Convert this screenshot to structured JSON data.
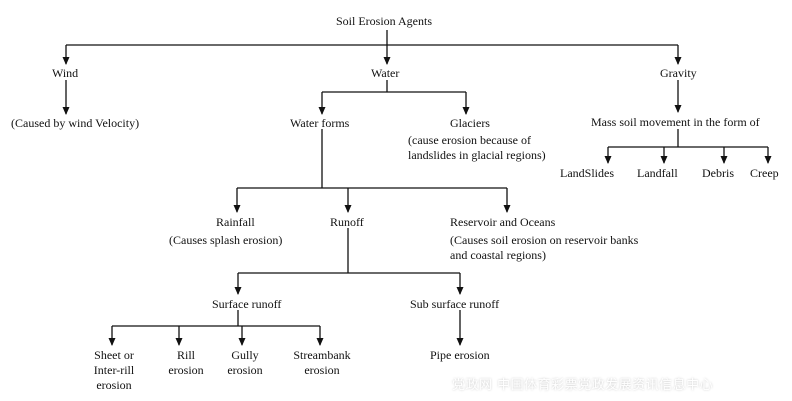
{
  "title": "Soil Erosion Agents",
  "nodes": {
    "wind": "Wind",
    "wind_note": "(Caused by wind Velocity)",
    "water": "Water",
    "gravity": "Gravity",
    "water_forms": "Water forms",
    "glaciers": "Glaciers",
    "glaciers_note": "(cause erosion because of\nlandslides in glacial regions)",
    "mass_movement": "Mass soil movement in the form of",
    "landslides": "LandSlides",
    "landfall": "Landfall",
    "debris": "Debris",
    "creep": "Creep",
    "rainfall": "Rainfall",
    "rainfall_note": "(Causes splash erosion)",
    "runoff": "Runoff",
    "reservoir": "Reservoir and Oceans",
    "reservoir_note": "(Causes soil erosion on reservoir banks\nand coastal regions)",
    "surface_runoff": "Surface runoff",
    "sub_surface_runoff": "Sub surface runoff",
    "sheet_erosion": "Sheet or\nInter-rill\nerosion",
    "rill_erosion": "Rill\nerosion",
    "gully_erosion": "Gully\nerosion",
    "streambank_erosion": "Streambank\nerosion",
    "pipe_erosion": "Pipe erosion"
  },
  "watermark": "党政网 中国体育彩票党政发展资讯信息中心"
}
